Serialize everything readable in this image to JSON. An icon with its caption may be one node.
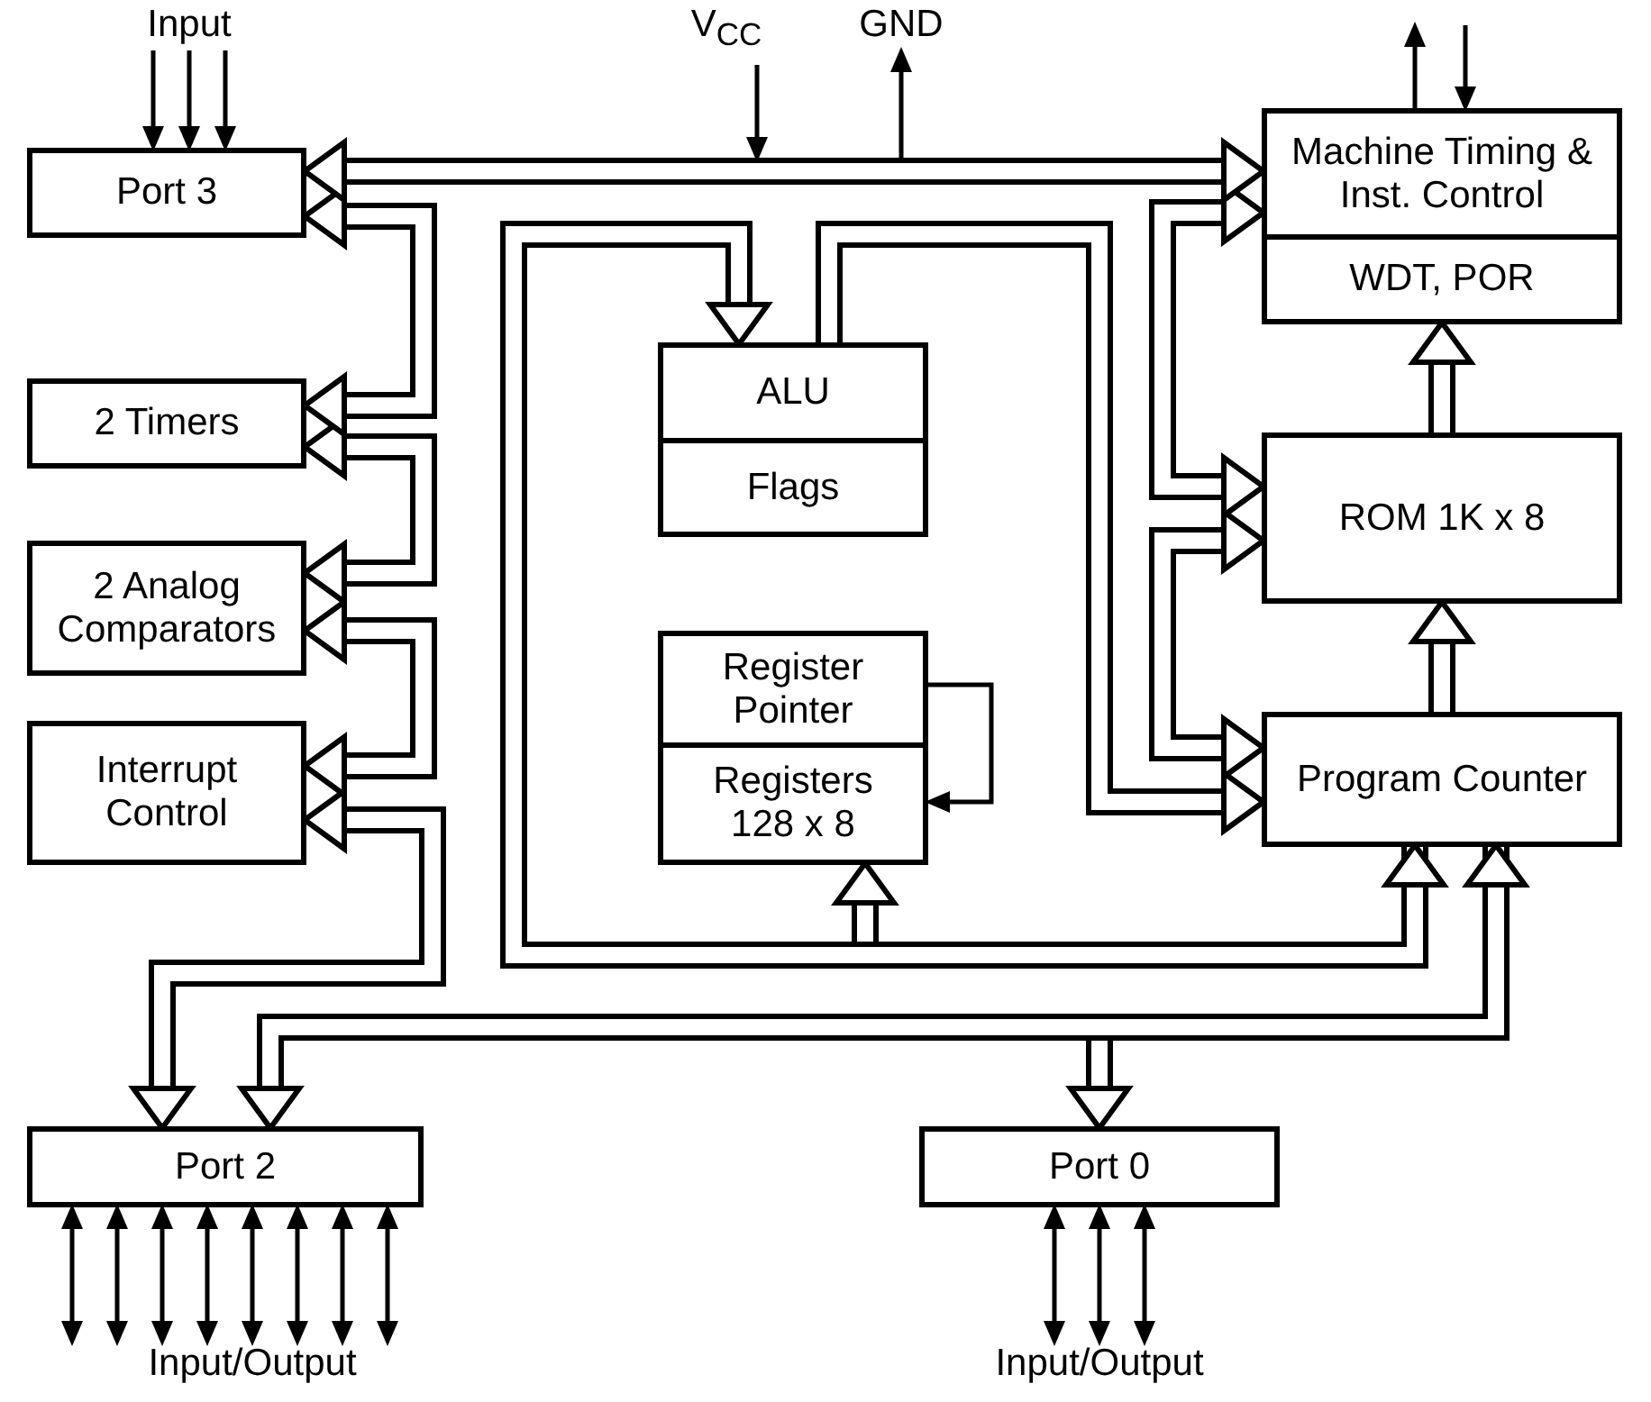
{
  "diagram": {
    "nodes": [
      {
        "text": [
          "Input"
        ]
      },
      {
        "text": [
          "V$_{CC}$"
        ]
      },
      {
        "text": [
          "GND"
        ]
      },
      {
        "text": [
          "Port 3"
        ]
      },
      {
        "text": [
          "Machine Timing & Inst. Control"
        ]
      },
      {
        "text": [
          "WDT, POR"
        ]
      },
      {
        "text": [
          "2 Timers"
        ]
      },
      {
        "text": [
          "ALU"
        ]
      },
      {
        "text": [
          "Flags"
        ]
      },
      {
        "text": [
          "ROM 1K x 8"
        ]
      },
      {
        "text": [
          "2 Analog Comparators"
        ]
      },
      {
        "text": [
          "Register Pointer"
        ]
      },
      {
        "text": [
          "Registers 128 x 8"
        ]
      },
      {
        "text": [
          "Interrupt Control"
        ]
      },
      {
        "text": [
          "Program Counter"
        ]
      },
      {
        "text": [
          "Port 2"
        ]
      },
      {
        "text": [
          "Port 0"
        ]
      },
      {
        "text": [
          "Input/Output"
        ]
      },
      {
        "text": [
          "Input/Output"
        ]
      }
    ],
    "edges": [
      {
        "from": 0,
        "to": 3,
        "arrow": "to"
      },
      {
        "from": 0,
        "to": 3,
        "arrow": "to"
      },
      {
        "from": 0,
        "to": 3,
        "arrow": "to"
      },
      {
        "from": 1,
        "to": null,
        "arrow": "to"
      },
      {
        "from": null,
        "to": 2,
        "arrow": "to"
      },
      {
        "from": 4,
        "to": null,
        "arrow": "to"
      },
      {
        "from": null,
        "to": 4,
        "arrow": "to"
      },
      {
        "from": 3,
        "to": 4,
        "arrow": "both",
        "style": "thick"
      },
      {
        "from": 3,
        "to": 6,
        "arrow": "both",
        "style": "thick"
      },
      {
        "from": 6,
        "to": 10,
        "arrow": "both",
        "style": "thick"
      },
      {
        "from": 10,
        "to": 13,
        "arrow": "both",
        "style": "thick"
      },
      {
        "from": 13,
        "to": 15,
        "arrow": "both",
        "style": "thick"
      },
      {
        "from": 14,
        "to": 7,
        "arrow": "both",
        "style": "thick"
      },
      {
        "from": 14,
        "to": 12,
        "arrow": "to",
        "style": "thick"
      },
      {
        "from": 7,
        "to": 14,
        "arrow": "to",
        "style": "thick"
      },
      {
        "from": 4,
        "to": 9,
        "arrow": "both",
        "style": "thick"
      },
      {
        "from": 9,
        "to": 14,
        "arrow": "both",
        "style": "thick"
      },
      {
        "from": 9,
        "to": 5,
        "arrow": "to",
        "style": "thick"
      },
      {
        "from": 14,
        "to": 9,
        "arrow": "to",
        "style": "thick"
      },
      {
        "from": 11,
        "to": 12,
        "arrow": "to"
      },
      {
        "from": 15,
        "to": 14,
        "arrow": "both",
        "style": "thick"
      },
      {
        "from": 14,
        "to": 16,
        "arrow": "to",
        "style": "thick"
      },
      {
        "from": 15,
        "to": 17,
        "arrow": "both"
      },
      {
        "from": 15,
        "to": 17,
        "arrow": "both"
      },
      {
        "from": 15,
        "to": 17,
        "arrow": "both"
      },
      {
        "from": 15,
        "to": 17,
        "arrow": "both"
      },
      {
        "from": 15,
        "to": 17,
        "arrow": "both"
      },
      {
        "from": 15,
        "to": 17,
        "arrow": "both"
      },
      {
        "from": 15,
        "to": 17,
        "arrow": "both"
      },
      {
        "from": 15,
        "to": 17,
        "arrow": "both"
      },
      {
        "from": 16,
        "to": 18,
        "arrow": "both"
      },
      {
        "from": 16,
        "to": 18,
        "arrow": "both"
      },
      {
        "from": 16,
        "to": 18,
        "arrow": "both"
      }
    ]
  }
}
